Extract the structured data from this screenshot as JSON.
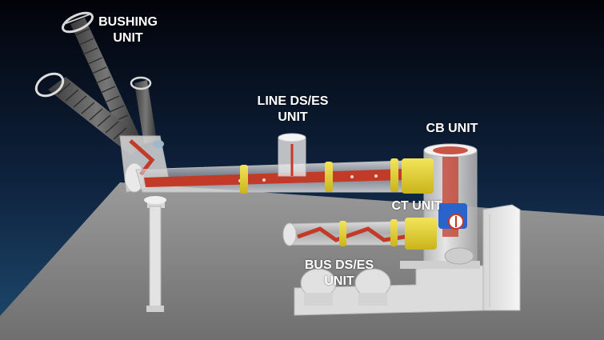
{
  "labels": {
    "bushing": [
      "BUSHING",
      "UNIT"
    ],
    "line_ds_es": [
      "LINE DS/ES",
      "UNIT"
    ],
    "cb": [
      "CB UNIT"
    ],
    "ct": [
      "CT UNIT"
    ],
    "bus_ds_es": [
      "BUS DS/ES",
      "UNIT"
    ]
  },
  "colors": {
    "background_top": "#020309",
    "background_bottom": "#1e4a6e",
    "floor": "#8e8e8e",
    "enclosure": "#e6e6e6",
    "conductor": "#c23a28",
    "flange_ring": "#e3d32b",
    "ct_blue": "#2a63c9",
    "insulator": "#4f4f4f"
  }
}
